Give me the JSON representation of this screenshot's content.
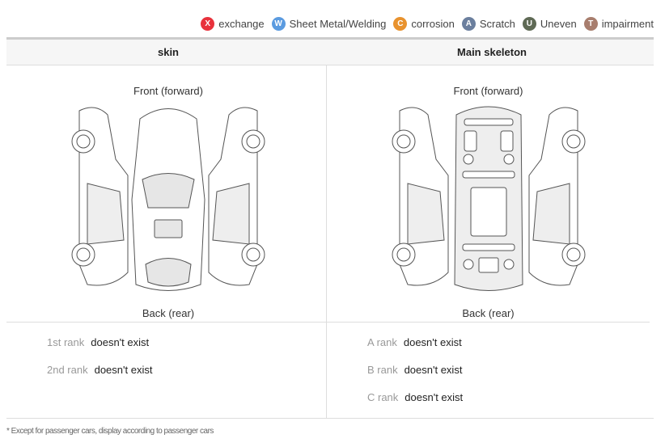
{
  "legend": [
    {
      "letter": "X",
      "label": "exchange",
      "color": "#e8323c"
    },
    {
      "letter": "W",
      "label": "Sheet Metal/Welding",
      "color": "#5b9be0"
    },
    {
      "letter": "C",
      "label": "corrosion",
      "color": "#e8922e"
    },
    {
      "letter": "A",
      "label": "Scratch",
      "color": "#6b7f9e"
    },
    {
      "letter": "U",
      "label": "Uneven",
      "color": "#5f6a55"
    },
    {
      "letter": "T",
      "label": "impairment",
      "color": "#a87e6e"
    }
  ],
  "columns": [
    {
      "title": "skin",
      "front": "Front (forward)",
      "back": "Back (rear)",
      "ranks": [
        {
          "rank": "1st rank",
          "value": "doesn't exist"
        },
        {
          "rank": "2nd rank",
          "value": "doesn't exist"
        }
      ]
    },
    {
      "title": "Main skeleton",
      "front": "Front (forward)",
      "back": "Back (rear)",
      "ranks": [
        {
          "rank": "A rank",
          "value": "doesn't exist"
        },
        {
          "rank": "B rank",
          "value": "doesn't exist"
        },
        {
          "rank": "C rank",
          "value": "doesn't exist"
        }
      ]
    }
  ],
  "footnote": "Except for passenger cars, display according to passenger cars"
}
